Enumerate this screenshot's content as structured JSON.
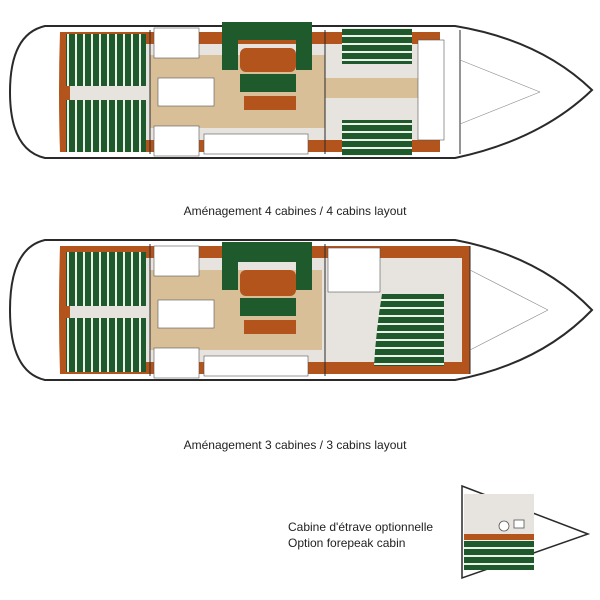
{
  "captions": {
    "layout_4_cabins": "Aménagement 4 cabines / 4 cabins layout",
    "layout_3_cabins": "Aménagement 3 cabines / 3 cabins layout",
    "forepeak_fr": "Cabine d'étrave optionnelle",
    "forepeak_en": "Option forepeak cabin"
  },
  "colors": {
    "hull_outline": "#2a2a2a",
    "woodwork": "#b2541b",
    "cushion_green": "#1f5a2c",
    "floor_beige": "#d8bf98",
    "cabin_floor": "#e7e4e0",
    "background": "#ffffff"
  },
  "icons": [
    "toilet-icon",
    "sink-icon",
    "stove-icon",
    "stairs-icon",
    "mattress-stripes"
  ]
}
